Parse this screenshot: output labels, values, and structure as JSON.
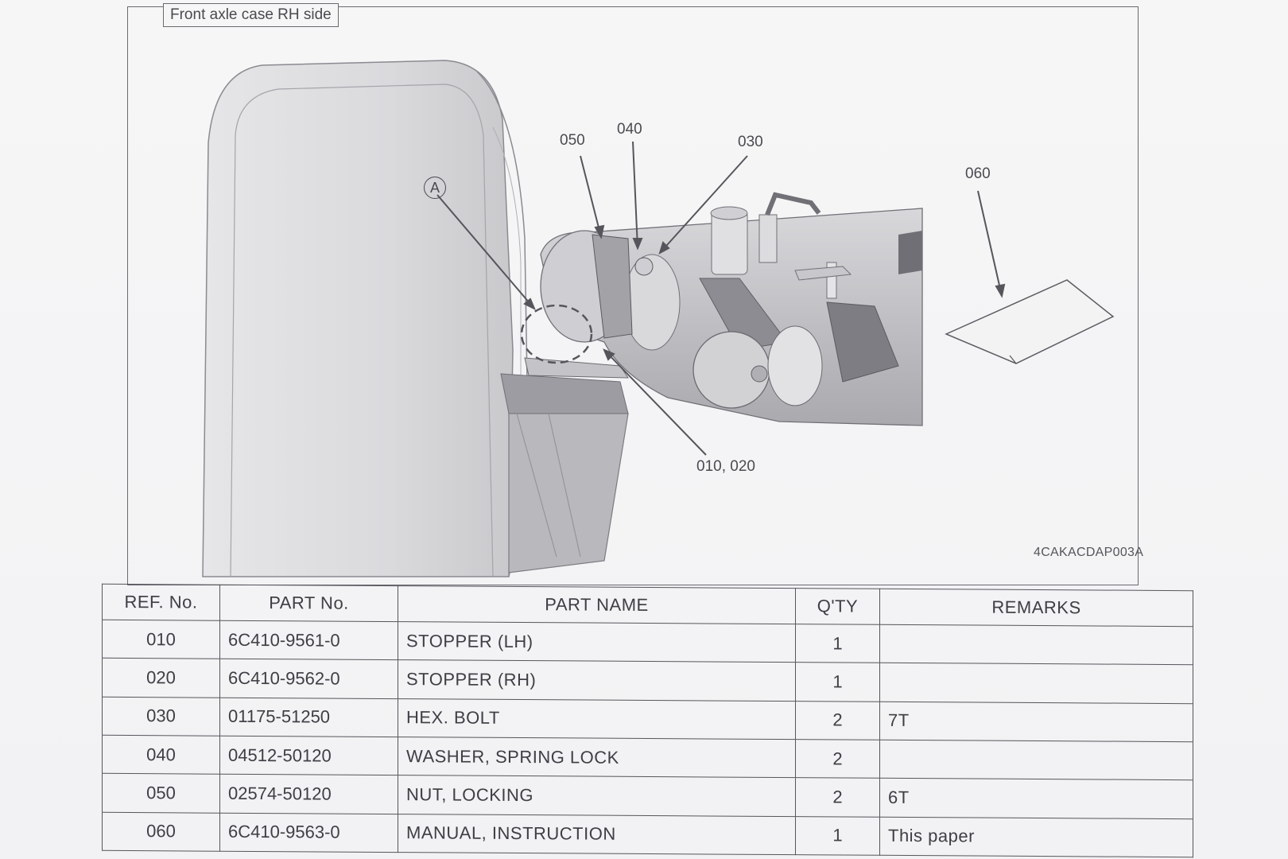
{
  "section_title": "Front axle case RH side",
  "callouts": {
    "a": "A",
    "c050": "050",
    "c040": "040",
    "c030": "030",
    "c060": "060",
    "c010_020": "010, 020"
  },
  "figure_code": "4CAKACDAP003A",
  "table": {
    "headers": {
      "ref": "REF. No.",
      "part_no": "PART No.",
      "part_name": "PART NAME",
      "qty": "Q'TY",
      "remarks": "REMARKS"
    },
    "rows": [
      {
        "ref": "010",
        "part_no": "6C410-9561-0",
        "part_name": "STOPPER (LH)",
        "qty": "1",
        "remarks": ""
      },
      {
        "ref": "020",
        "part_no": "6C410-9562-0",
        "part_name": "STOPPER (RH)",
        "qty": "1",
        "remarks": ""
      },
      {
        "ref": "030",
        "part_no": "01175-51250",
        "part_name": "HEX. BOLT",
        "qty": "2",
        "remarks": "7T"
      },
      {
        "ref": "040",
        "part_no": "04512-50120",
        "part_name": "WASHER, SPRING LOCK",
        "qty": "2",
        "remarks": ""
      },
      {
        "ref": "050",
        "part_no": "02574-50120",
        "part_name": "NUT, LOCKING",
        "qty": "2",
        "remarks": "6T"
      },
      {
        "ref": "060",
        "part_no": "6C410-9563-0",
        "part_name": "MANUAL, INSTRUCTION",
        "qty": "1",
        "remarks": "This paper"
      }
    ]
  }
}
